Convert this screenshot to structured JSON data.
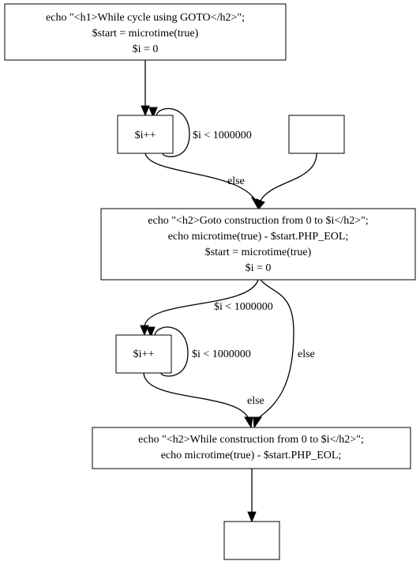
{
  "nodes": {
    "n_start": {
      "lines": [
        "echo \"<h1>While cycle using GOTO</h2>\";",
        "$start = microtime(true)",
        "$i = 0"
      ]
    },
    "n_inc1": {
      "lines": [
        "$i++"
      ]
    },
    "n_empty1": {
      "lines": []
    },
    "n_goto": {
      "lines": [
        "echo \"<h2>Goto construction from 0 to $i</h2>\";",
        "echo microtime(true) - $start.PHP_EOL;",
        "$start = microtime(true)",
        "$i = 0"
      ]
    },
    "n_inc2": {
      "lines": [
        "$i++"
      ]
    },
    "n_while": {
      "lines": [
        "echo \"<h2>While construction from 0 to $i</h2>\";",
        "echo microtime(true) - $start.PHP_EOL;"
      ]
    },
    "n_end": {
      "lines": []
    }
  },
  "edges": {
    "loop1": "$i < 1000000",
    "else1": "else",
    "cond2": "$i < 1000000",
    "loop2": "$i < 1000000",
    "else2": "else",
    "else3": "else"
  }
}
